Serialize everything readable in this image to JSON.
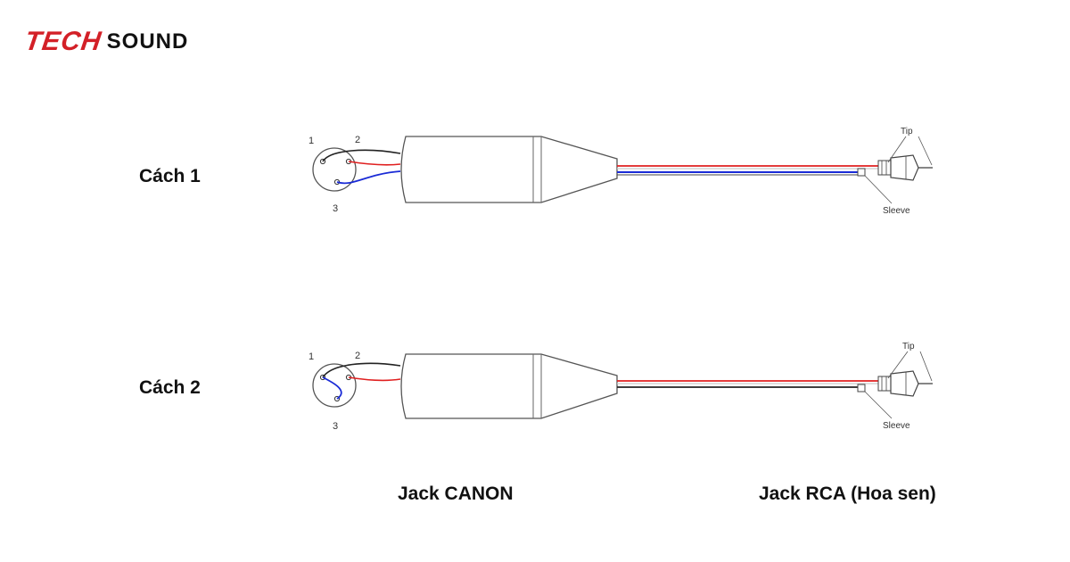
{
  "brand": {
    "part1": "TECH",
    "part2": "SOUND"
  },
  "rows": [
    {
      "label": "Cách 1"
    },
    {
      "label": "Cách 2"
    }
  ],
  "pins": {
    "p1": "1",
    "p2": "2",
    "p3": "3"
  },
  "rca": {
    "tip": "Tip",
    "sleeve": "Sleeve"
  },
  "captions": {
    "left": "Jack CANON",
    "right": "Jack RCA (Hoa sen)"
  },
  "colors": {
    "red": "#e02020",
    "blue": "#1a2bd6",
    "black": "#222222",
    "brand_red": "#d32027"
  }
}
